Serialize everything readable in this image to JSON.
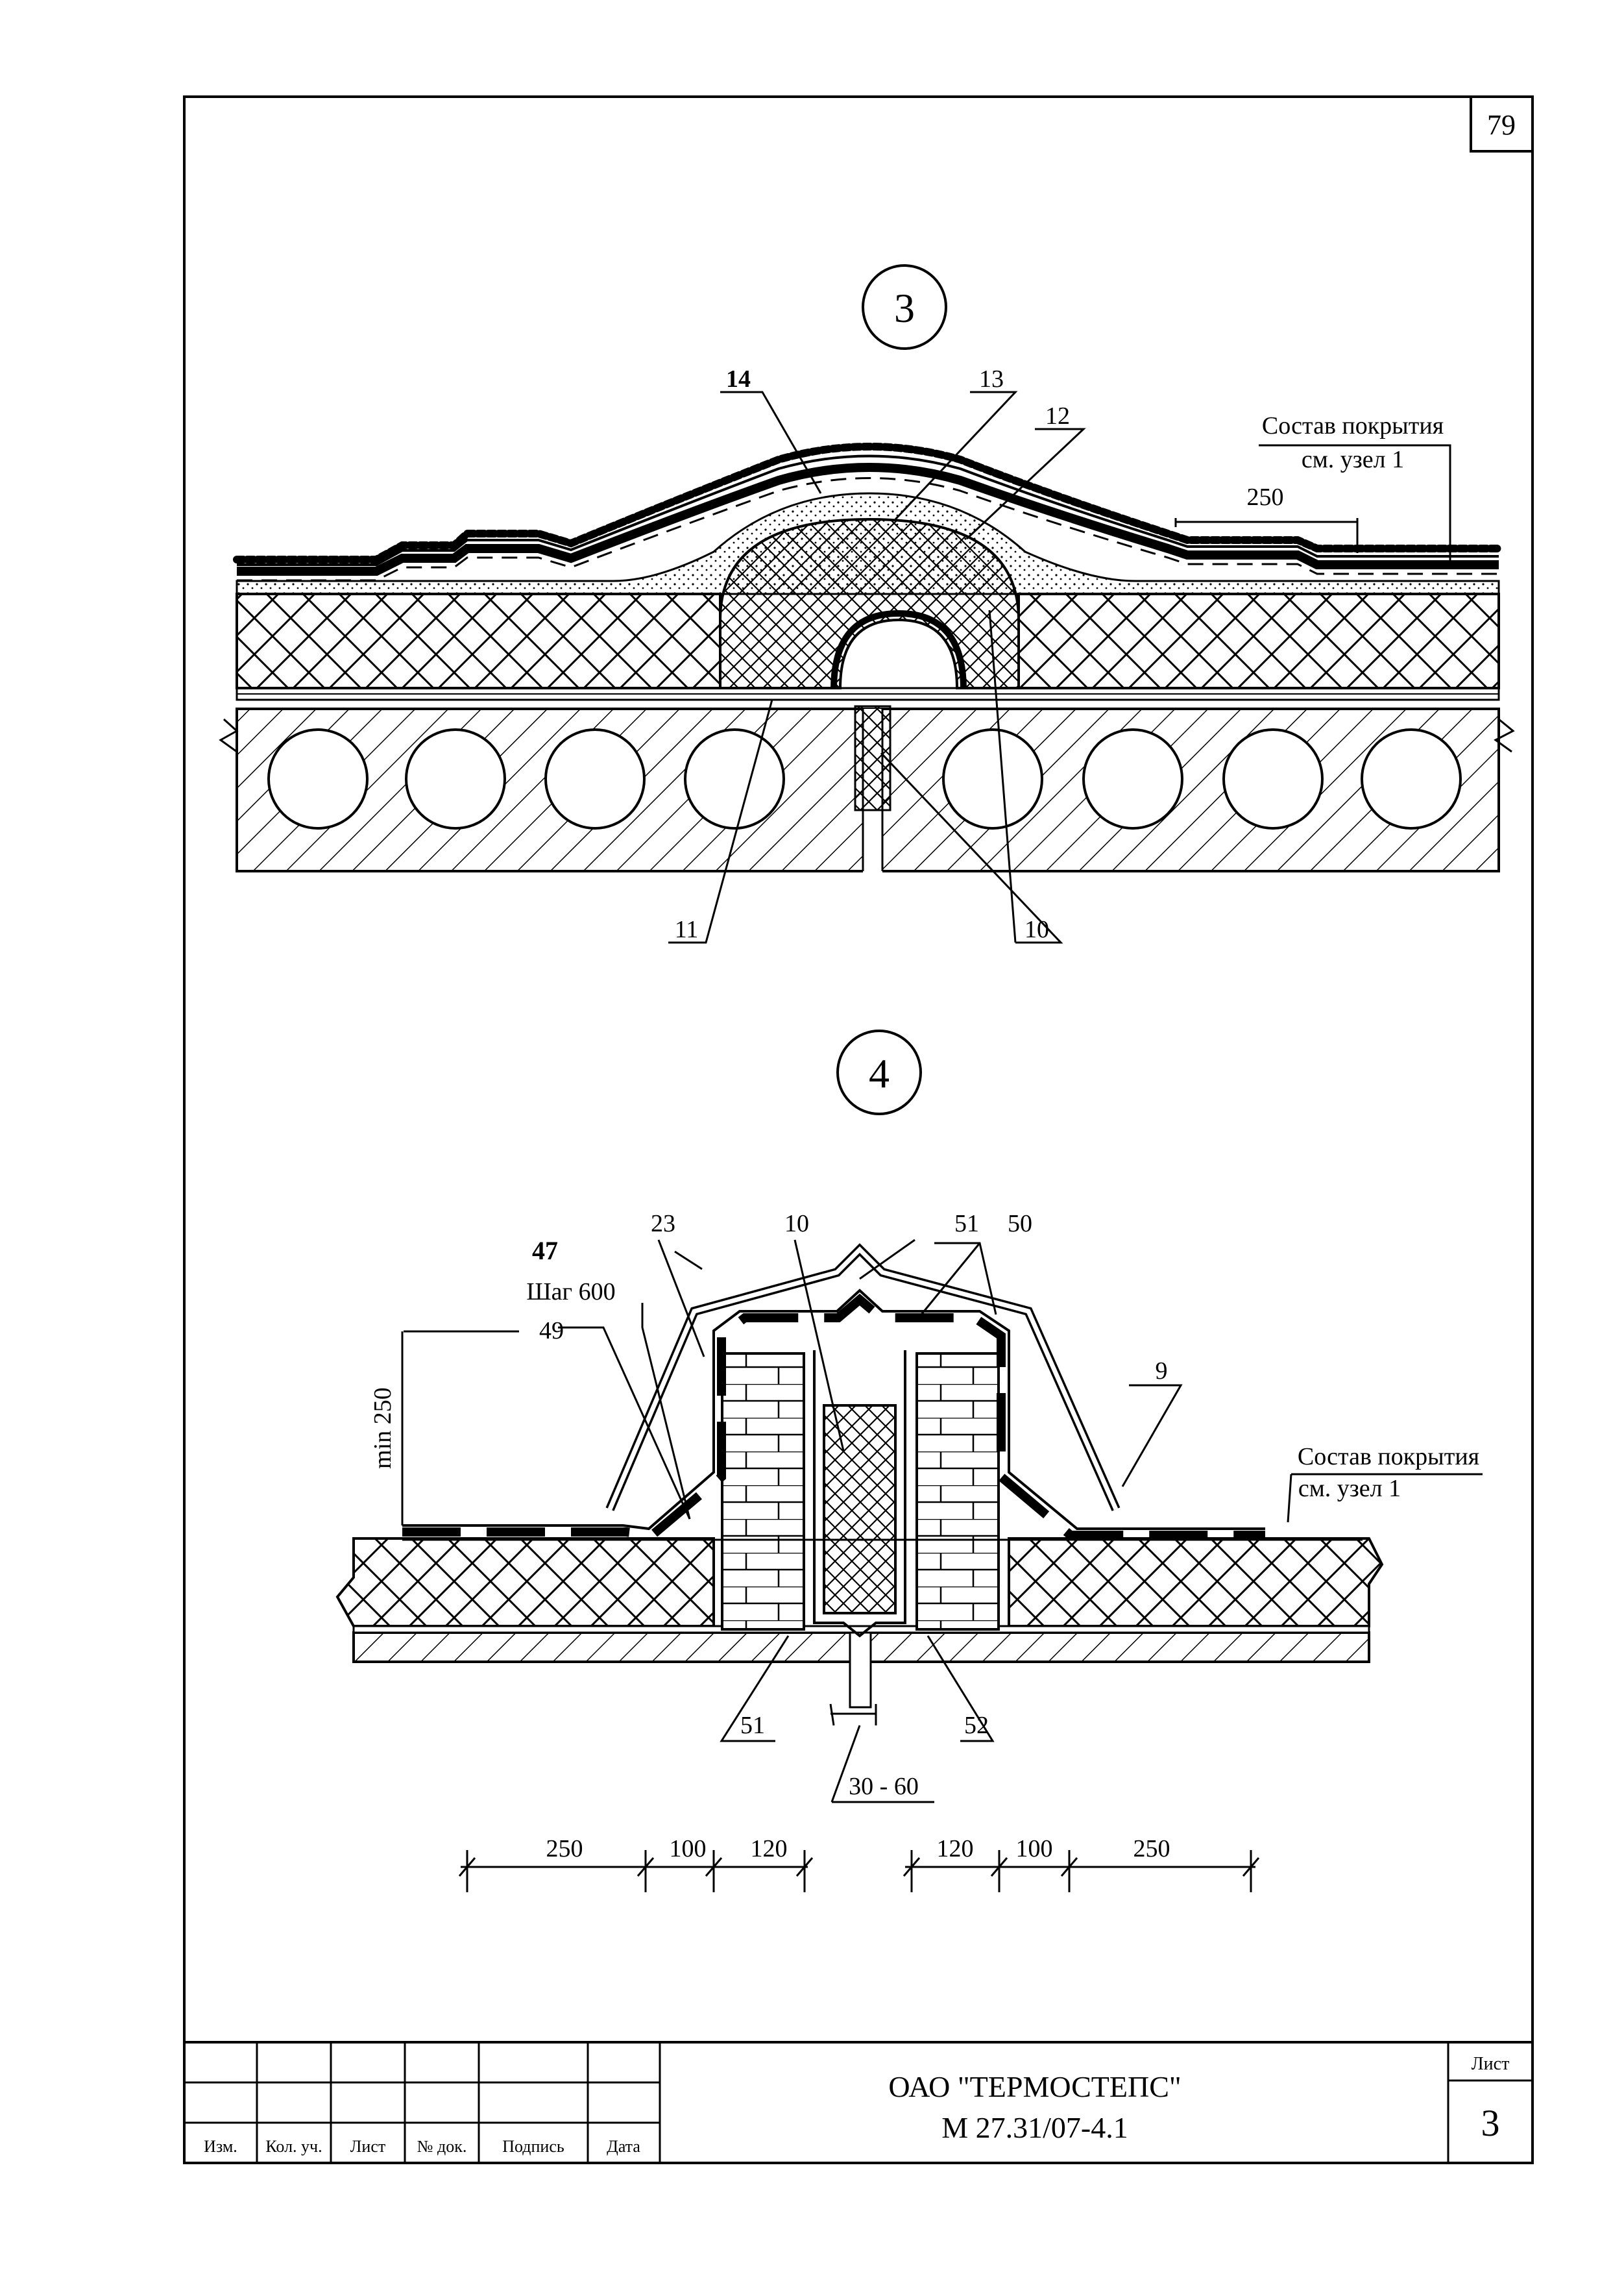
{
  "page_number": "79",
  "detail3": {
    "marker": "3",
    "labels": {
      "l14": "14",
      "l13": "13",
      "l12": "12",
      "l11": "11",
      "l10": "10"
    },
    "coating_note_1": "Состав покрытия",
    "coating_note_2": "см. узел 1",
    "dim_250": "250"
  },
  "detail4": {
    "marker": "4",
    "labels": {
      "l47": "47",
      "l23": "23",
      "l10": "10",
      "l51_top": "51",
      "l50": "50",
      "l49": "49",
      "l9": "9",
      "l51_bottom": "51",
      "l52": "52"
    },
    "step_note": "Шаг 600",
    "min_height": "min 250",
    "coating_note_1": "Состав покрытия",
    "coating_note_2": "см. узел 1",
    "gap_dim": "30 - 60",
    "dims_left": [
      "250",
      "100",
      "120"
    ],
    "dims_right": [
      "120",
      "100",
      "250"
    ]
  },
  "title_block": {
    "company": "ОАО  \"ТЕРМОСТЕПС\"",
    "doc_code": "М 27.31/07-4.1",
    "sheet_label": "Лист",
    "sheet_number": "3",
    "columns": [
      "Изм.",
      "Кол. уч.",
      "Лист",
      "№ док.",
      "Подпись",
      "Дата"
    ]
  }
}
